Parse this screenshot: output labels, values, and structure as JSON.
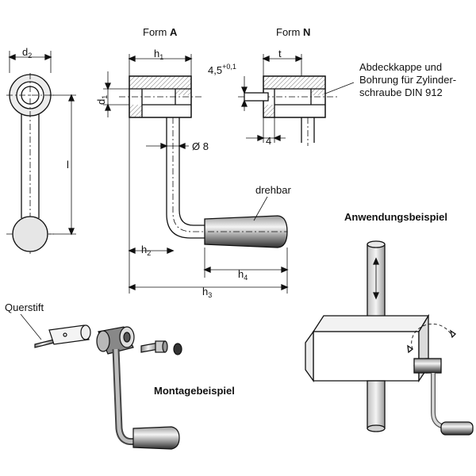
{
  "labels": {
    "d2": "d",
    "d2_sub": "2",
    "form_a_prefix": "Form ",
    "form_a_letter": "A",
    "form_n_prefix": "Form ",
    "form_n_letter": "N",
    "h1": "h",
    "h1_sub": "1",
    "d1": "d",
    "d1_sub": "1",
    "tol_base": "4,5",
    "tol_sup": "+0,1",
    "t": "t",
    "four": "4",
    "note_line1": "Abdeckkappe und",
    "note_line2": "Bohrung für Zylinder-",
    "note_line3": "schraube DIN 912",
    "dia8": "Ø 8",
    "l": "l",
    "drehbar": "drehbar",
    "h2": "h",
    "h2_sub": "2",
    "h4": "h",
    "h4_sub": "4",
    "h3": "h",
    "h3_sub": "3",
    "anwendung": "Anwendungsbeispiel",
    "querstift": "Querstift",
    "montage": "Montagebeispiel"
  },
  "colors": {
    "line": "#111111",
    "hatch": "#d8d8d8",
    "grip_dark": "#3a3a3a",
    "grip_light": "#f2f2f2"
  }
}
